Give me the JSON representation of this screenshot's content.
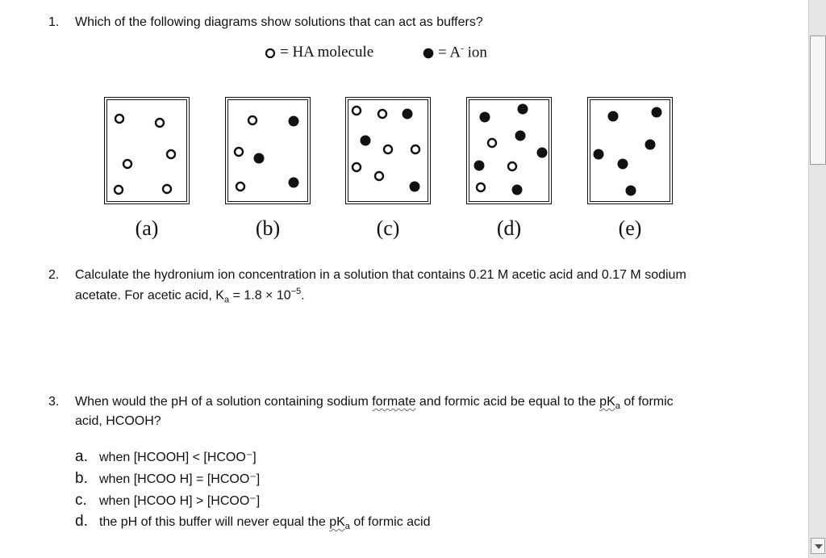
{
  "q1": {
    "number": "1.",
    "text": "Which of the following diagrams show solutions that can act as buffers?",
    "legend_ha": "= HA molecule",
    "legend_a": "= A",
    "legend_a_sup": "-",
    "legend_a_tail": "ion",
    "labels": [
      "(a)",
      "(b)",
      "(c)",
      "(d)",
      "(e)"
    ]
  },
  "q2": {
    "number": "2.",
    "line1": "Calculate the hydronium ion concentration in a solution that contains 0.21 M acetic acid and 0.17 M sodium",
    "line2_a": "acetate.  For acetic acid, K",
    "line2_sub": "a",
    "line2_b": " = 1.8 × 10",
    "line2_sup": "−5",
    "line2_c": "."
  },
  "q3": {
    "number": "3.",
    "line1_a": "When would the pH of a solution containing sodium ",
    "line1_squig": "formate",
    "line1_b": " and formic acid be equal  to the ",
    "line1_pk": "pK",
    "line1_sub": "a",
    "line1_c": " of formic",
    "line2": "acid, HCOOH?",
    "options": [
      {
        "letter": "a.",
        "text": "when [HCOOH]  <  [HCOO⁻]"
      },
      {
        "letter": "b.",
        "text": "when [HCOO H]  =  [HCOO⁻]"
      },
      {
        "letter": "c.",
        "text": "when [HCOO H]  >  [HCOO⁻]"
      }
    ],
    "option_d_letter": "d.",
    "option_d_a": "the pH of this buffer will never equal the ",
    "option_d_pk": "pK",
    "option_d_sub": "a",
    "option_d_b": " of formic acid"
  }
}
